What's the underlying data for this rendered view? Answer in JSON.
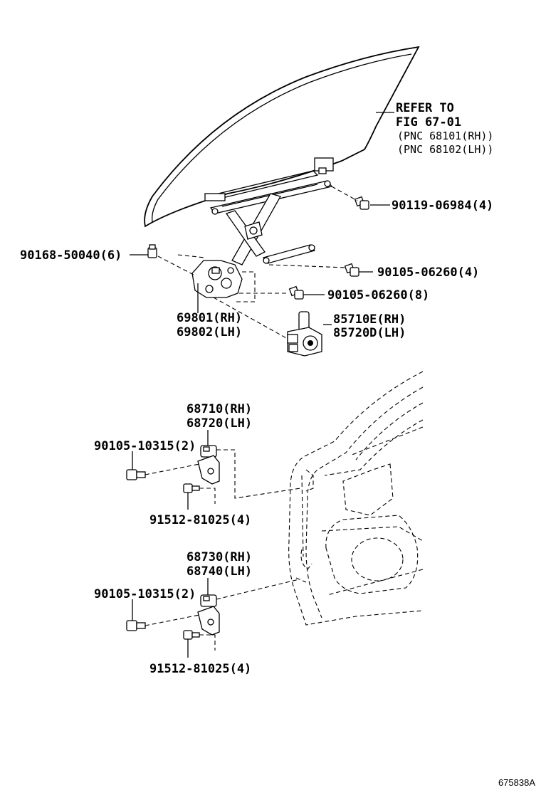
{
  "callouts": {
    "refer": {
      "line1": "REFER TO",
      "line2": "FIG 67-01",
      "line3": "(PNC 68101(RH))",
      "line4": "(PNC 68102(LH))"
    },
    "p90119": "90119-06984(4)",
    "p90168": "90168-50040(6)",
    "p90105_a": "90105-06260(4)",
    "p90105_b": "90105-06260(8)",
    "regulator": {
      "rh": "69801(RH)",
      "lh": "69802(LH)"
    },
    "motor": {
      "rh": "85710E(RH)",
      "lh": "85720D(LH)"
    },
    "upper_hinge": {
      "rh": "68710(RH)",
      "lh": "68720(LH)"
    },
    "upper_bolt": "90105-10315(2)",
    "upper_screw": "91512-81025(4)",
    "lower_hinge": {
      "rh": "68730(RH)",
      "lh": "68740(LH)"
    },
    "lower_bolt": "90105-10315(2)",
    "lower_screw": "91512-81025(4)"
  },
  "figure_id": "675838A"
}
